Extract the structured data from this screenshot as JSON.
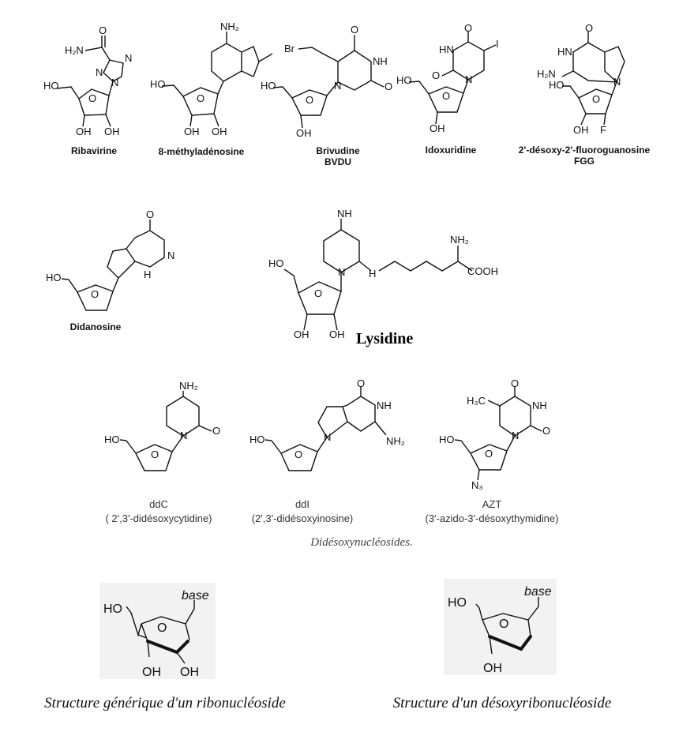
{
  "row1": {
    "ribavirine": {
      "name": "Ribavirine",
      "atoms": {
        "amide": "H₂N",
        "o": "O",
        "n1": "N",
        "n2": "N",
        "n3": "N",
        "ho": "HO",
        "ro": "O",
        "oh2": "OH",
        "oh3": "OH"
      }
    },
    "methyladenosine": {
      "name": "8-méthyladénosine",
      "atoms": {
        "nh2": "NH₂",
        "ho": "HO",
        "ro": "O",
        "oh2": "OH",
        "oh3": "OH"
      }
    },
    "brivudine": {
      "name": "Brivudine",
      "abbr": "BVDU",
      "atoms": {
        "br": "Br",
        "o": "O",
        "nh": "NH",
        "n": "N",
        "o2": "O",
        "ho": "HO",
        "ro": "O",
        "oh": "OH"
      }
    },
    "idoxuridine": {
      "name": "Idoxuridine",
      "atoms": {
        "o": "O",
        "i": "I",
        "hn": "HN",
        "o2": "O",
        "n": "N",
        "ho": "HO",
        "ro": "O",
        "oh": "OH"
      }
    },
    "fgg": {
      "name": "2'-désoxy-2'-fluoroguanosine",
      "abbr": "FGG",
      "atoms": {
        "o": "O",
        "hn": "HN",
        "h2n": "H₂N",
        "n": "N",
        "ho": "HO",
        "ro": "O",
        "oh": "OH",
        "f": "F"
      }
    }
  },
  "row2": {
    "didanosine": {
      "name": "Didanosine",
      "atoms": {
        "o": "O",
        "n": "N",
        "nh": "H",
        "ho": "HO",
        "ro": "O"
      }
    },
    "lysidine": {
      "name": "Lysidine",
      "atoms": {
        "nh": "NH",
        "n": "N",
        "nh2": "NH₂",
        "cooh": "COOH",
        "hn": "H",
        "ho": "HO",
        "ro": "O",
        "oh2": "OH",
        "oh3": "OH"
      }
    }
  },
  "row3": {
    "ddc": {
      "name": "ddC",
      "full": "( 2',3'-didésoxycytidine)",
      "atoms": {
        "nh2": "NH₂",
        "n": "N",
        "o": "O",
        "ho": "HO",
        "ro": "O"
      }
    },
    "ddi": {
      "name": "ddI",
      "full": "(2',3'-didésoxyinosine)",
      "atoms": {
        "o": "O",
        "nh": "NH",
        "nh2": "NH₂",
        "n": "N",
        "ho": "HO",
        "ro": "O"
      }
    },
    "azt": {
      "name": "AZT",
      "full": "(3'-azido-3'-désoxythymidine)",
      "atoms": {
        "h3c": "H₃C",
        "o": "O",
        "nh": "NH",
        "n": "N",
        "o2": "O",
        "ho": "HO",
        "ro": "O",
        "n3": "N₃"
      }
    },
    "caption": "Didésoxynucléosides."
  },
  "row4": {
    "ribo": {
      "base": "base",
      "ho": "HO",
      "o": "O",
      "oh2": "OH",
      "oh3": "OH",
      "caption": "Structure générique d'un ribonucléoside"
    },
    "deoxy": {
      "base": "base",
      "ho": "HO",
      "o": "O",
      "oh": "OH",
      "caption": "Structure d'un désoxyribonucléoside"
    }
  },
  "colors": {
    "ink": "#111111",
    "box_background": "#f2f2f2"
  }
}
